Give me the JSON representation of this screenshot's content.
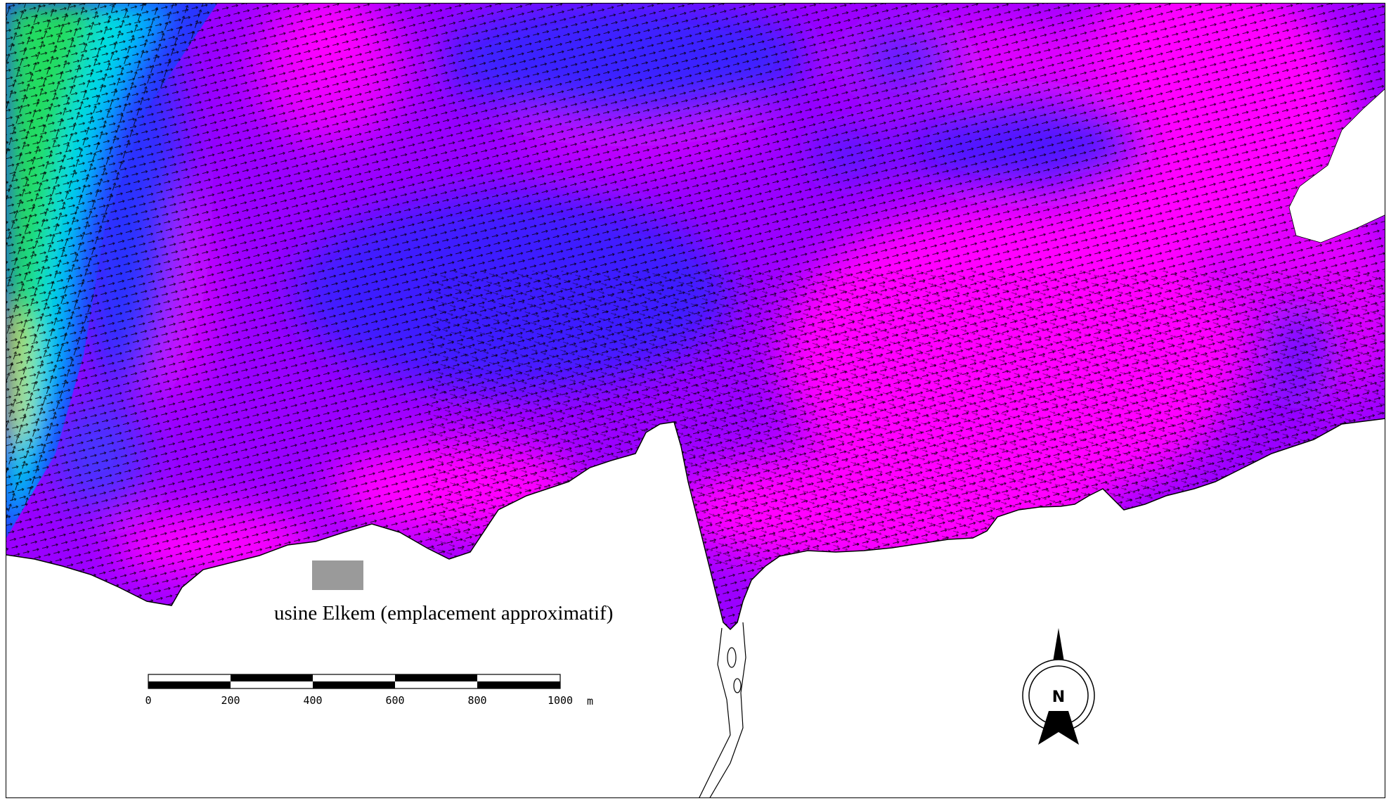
{
  "map": {
    "plant_label": "usine Elkem (emplacement approximatif)",
    "plant_marker_color": "#9a9a9a",
    "colors": {
      "magenta": "#ff00ff",
      "violet": "#9a00ff",
      "purple": "#7a00ff",
      "blue": "#3c1cff",
      "deep_blue": "#1e28ff",
      "cyan": "#00e0ff",
      "teal": "#00c8c0",
      "green": "#20e020",
      "yellow_green": "#c8f000",
      "land": "#ffffff",
      "arrows": "#000000"
    },
    "icons": [
      "north-arrow-icon",
      "flow-vector-arrows"
    ]
  },
  "scale_bar": {
    "ticks": [
      "0",
      "200",
      "400",
      "600",
      "800",
      "1000"
    ],
    "unit": "m"
  },
  "north_arrow": {
    "letter": "N"
  }
}
